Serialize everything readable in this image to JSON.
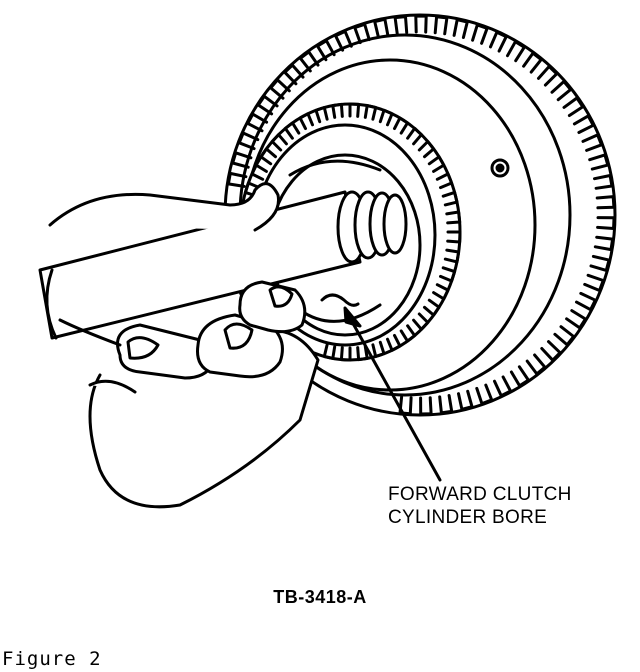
{
  "figure": {
    "callout_lines": [
      "FORWARD CLUTCH",
      "CYLINDER BORE"
    ],
    "reference_code": "TB-3418-A",
    "caption": "Figure 2"
  },
  "colors": {
    "ink": "#000000",
    "paper": "#ffffff"
  },
  "icons": {
    "illustration": "hand-holding-tool-in-clutch-drum-illustration"
  }
}
